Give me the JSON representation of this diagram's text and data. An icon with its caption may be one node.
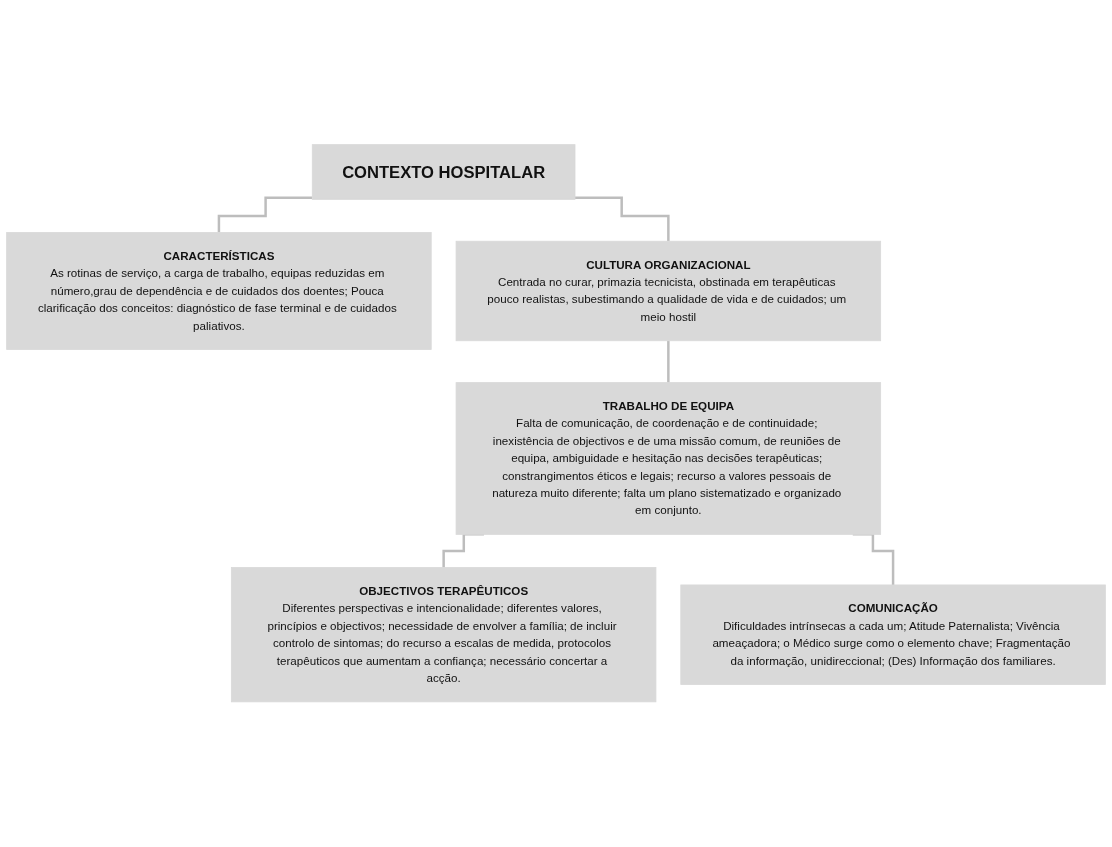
{
  "diagram": {
    "nodes": [
      {
        "text": [
          "CONTEXTO HOSPITALAR"
        ]
      },
      {
        "text": [
          "CARACTERÍSTICAS",
          "As rotinas de serviço, a carga de trabalho, equipas reduzidas em número,grau de dependência e de cuidados dos doentes; Pouca clarificação dos conceitos: diagnóstico de fase terminal e de cuidados paliativos."
        ]
      },
      {
        "text": [
          "CULTURA ORGANIZACIONAL",
          "Centrada no curar, primazia tecnicista, obstinada em terapêuticas pouco realistas, subestimando a qualidade de vida e de cuidados; um meio hostil"
        ]
      },
      {
        "text": [
          "TRABALHO DE EQUIPA",
          "Falta de comunicação, de coordenação e de continuidade; inexistência de objectivos e de uma missão comum, de reuniões de equipa, ambiguidade e hesitação nas decisões terapêuticas; constrangimentos éticos e legais; recurso a valores pessoais de natureza muito diferente; falta um plano sistematizado e organizado em conjunto."
        ]
      },
      {
        "text": [
          "OBJECTIVOS TERAPÊUTICOS",
          "Diferentes perspectivas e intencionalidade; diferentes valores, princípios e objectivos; necessidade de envolver a família; de incluir controlo de sintomas; do recurso a escalas de medida, protocolos terapêuticos que aumentam a confiança; necessário concertar a acção."
        ]
      },
      {
        "text": [
          "COMUNICAÇÃO",
          "Dificuldades intrínsecas a cada um; Atitude Paternalista; Vivência ameaçadora; o Médico surge como o elemento chave; Fragmentação da informação, unidireccional; (Des) Informação dos familiares."
        ]
      }
    ],
    "edges": [
      {
        "from": 0,
        "to": 1,
        "arrow": "none"
      },
      {
        "from": 0,
        "to": 2,
        "arrow": "none"
      },
      {
        "from": 2,
        "to": 3,
        "arrow": "none"
      },
      {
        "from": 3,
        "to": 4,
        "arrow": "none"
      },
      {
        "from": 3,
        "to": 5,
        "arrow": "none"
      }
    ]
  }
}
